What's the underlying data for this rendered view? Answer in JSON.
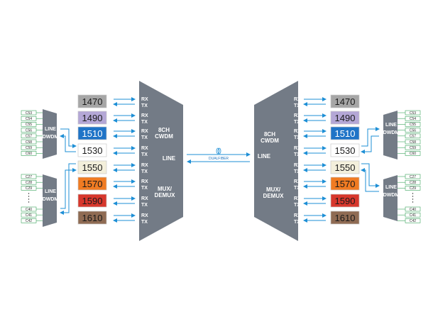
{
  "wavelengths": [
    {
      "label": "1470",
      "color": "#a6a6a6",
      "dark": false
    },
    {
      "label": "1490",
      "color": "#b4a7d6",
      "dark": false
    },
    {
      "label": "1510",
      "color": "#1f74c7",
      "dark": true
    },
    {
      "label": "1530",
      "color": "#ffffff",
      "dark": false
    },
    {
      "label": "1550",
      "color": "#f3efdb",
      "dark": false
    },
    {
      "label": "1570",
      "color": "#f07b22",
      "dark": false
    },
    {
      "label": "1590",
      "color": "#d7372c",
      "dark": false
    },
    {
      "label": "1610",
      "color": "#8f6b53",
      "dark": false
    }
  ],
  "port_labels": {
    "rx": "RX",
    "tx": "TX"
  },
  "cwdm": {
    "line1": "8CH",
    "line2": "CWDM",
    "line_port": "LINE",
    "mux1": "MUX/",
    "mux2": "DEMUX"
  },
  "dwdm": {
    "line": "LINE",
    "name": "DWDM"
  },
  "link_label": "DUALFIBER",
  "dwdm_channels_top": [
    "C53",
    "C54",
    "C55",
    "C56",
    "C57",
    "C58",
    "C59",
    "C60"
  ],
  "dwdm_channels_bottom_first": [
    "C27",
    "C28",
    "C29"
  ],
  "dwdm_channels_bottom_last": [
    "C40",
    "C41",
    "C42"
  ],
  "colors": {
    "mux_gray": "#737b86",
    "arrow_blue": "#1e8fd6",
    "channel_border": "#3aa35c"
  }
}
